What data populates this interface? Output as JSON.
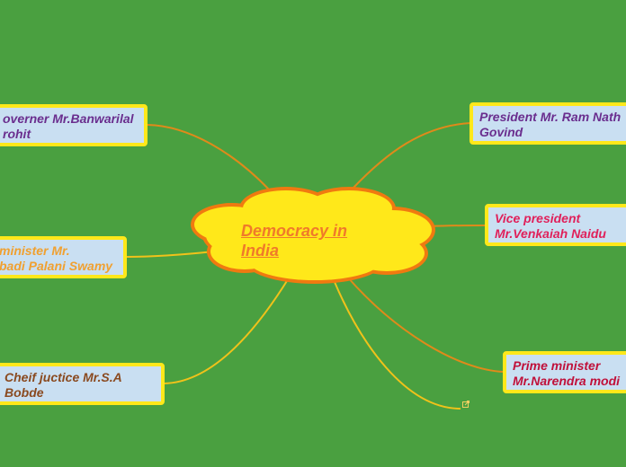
{
  "center": {
    "line1": "Democracy in",
    "line2": "India",
    "color": "#f07a2a",
    "fill": "#ffe81a",
    "stroke": "#f07a10"
  },
  "nodes": {
    "governor": {
      "line1": "overner Mr.Banwarilal",
      "line2": "rohit",
      "color": "#6a2e8e"
    },
    "president": {
      "line1": "President Mr. Ram Nath",
      "line2": "Govind",
      "color": "#6a2e8e"
    },
    "vice_president": {
      "line1": "Vice president",
      "line2": "Mr.Venkaiah Naidu",
      "color": "#e0205a"
    },
    "chief_minister": {
      "line1": "minister Mr.",
      "line2": "badi Palani Swamy",
      "color": "#f0a030"
    },
    "chief_justice": {
      "line1": "Cheif juctice Mr.S.A",
      "line2": "Bobde",
      "color": "#8a4a20"
    },
    "prime_minister": {
      "line1": "Prime minister",
      "line2": "Mr.Narendra modi",
      "color": "#c0103a"
    }
  },
  "colors": {
    "background": "#4aa040",
    "node_fill": "#c9dff2",
    "node_border": "#ffe81a",
    "link_orange": "#e08a1a",
    "link_yellow": "#f0c21a"
  },
  "icons": {
    "link_icon": "external-link-icon"
  }
}
